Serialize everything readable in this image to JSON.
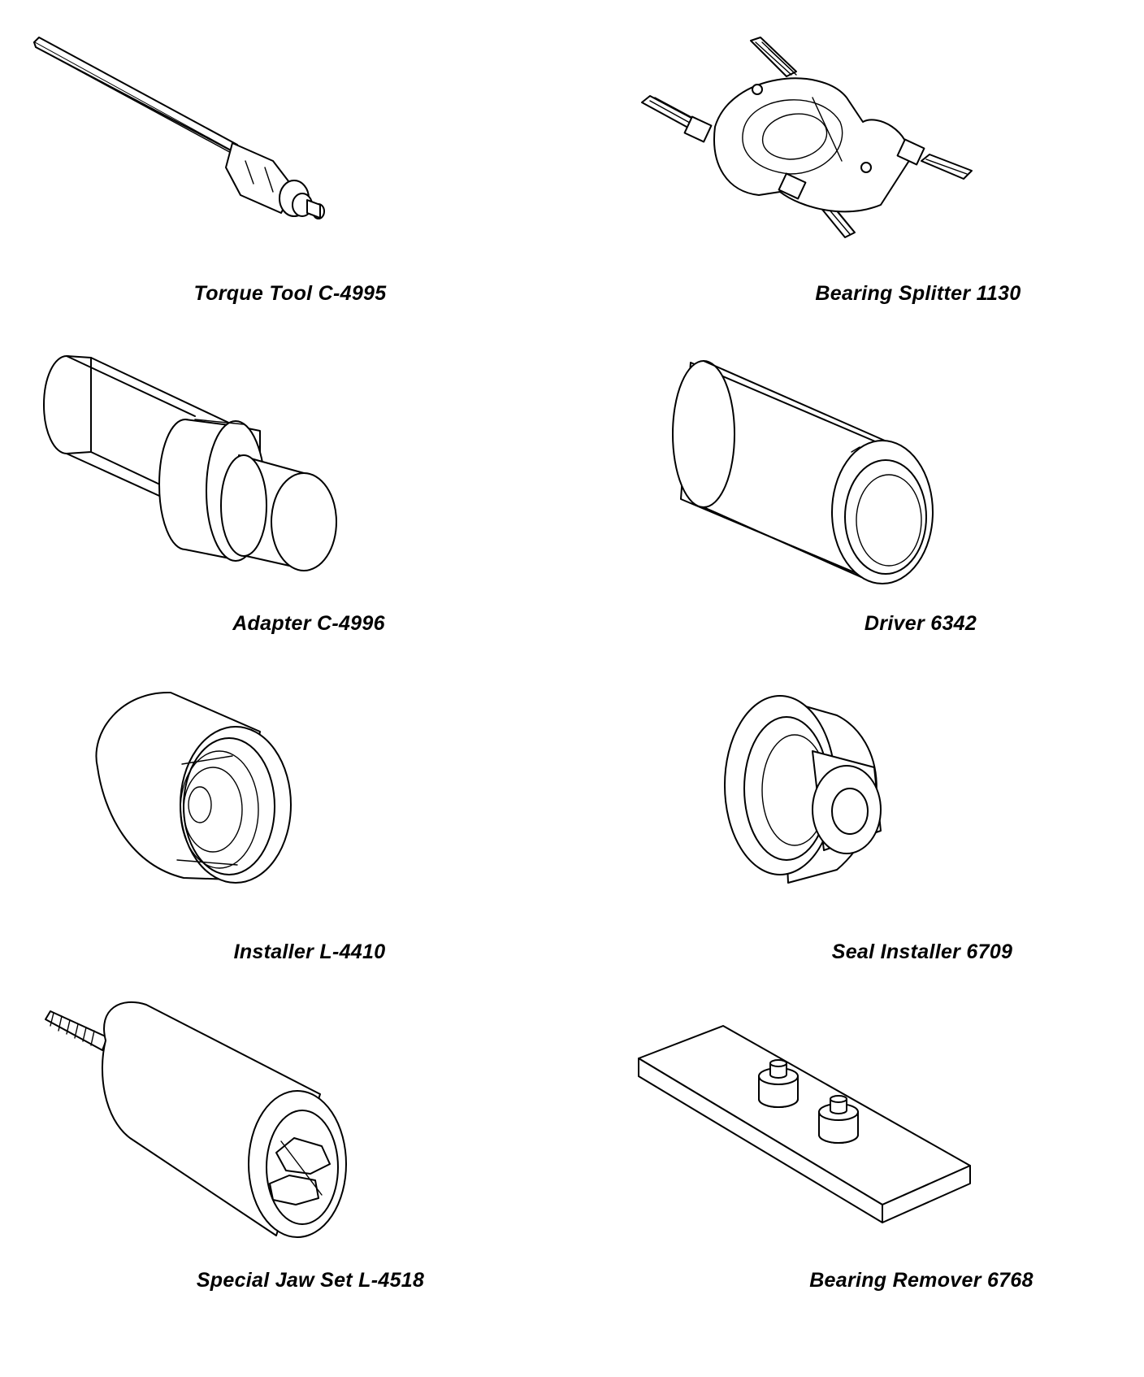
{
  "tools": [
    {
      "id": "torque-tool",
      "label": "Torque Tool C-4995"
    },
    {
      "id": "bearing-splitter",
      "label": "Bearing Splitter 1130"
    },
    {
      "id": "adapter",
      "label": "Adapter C-4996"
    },
    {
      "id": "driver",
      "label": "Driver 6342"
    },
    {
      "id": "installer",
      "label": "Installer L-4410"
    },
    {
      "id": "seal-installer",
      "label": "Seal Installer 6709"
    },
    {
      "id": "special-jaw-set",
      "label": "Special Jaw Set L-4518"
    },
    {
      "id": "bearing-remover",
      "label": "Bearing Remover 6768"
    }
  ]
}
